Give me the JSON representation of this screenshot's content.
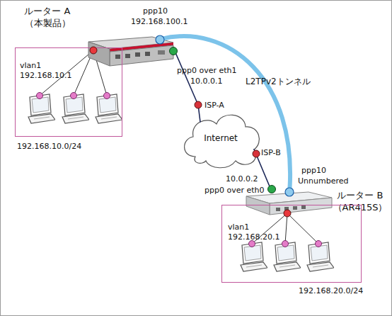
{
  "diagram": {
    "nodes": [
      {
        "text": [
          "ルーター A （本製品）"
        ]
      },
      {
        "text": [
          "vlan1 192.168.10.1",
          "192.168.10.0/24"
        ]
      },
      {
        "text": [
          "Internet"
        ]
      },
      {
        "text": [
          "ルーター B （AR415S）"
        ]
      },
      {
        "text": [
          "vlan1 192.168.20.1",
          "192.168.20.0/24"
        ]
      }
    ],
    "edges": [
      {
        "from": 0,
        "to": 2,
        "arrow": "none"
      },
      {
        "from": 2,
        "to": 3,
        "arrow": "none"
      },
      {
        "from": 0,
        "to": 3,
        "arrow": "none",
        "label": "L2TPv2トンネル"
      }
    ],
    "labels": [
      "ppp10",
      "192.168.100.1",
      "ppp0 over eth1",
      "10.0.0.1",
      "ISP-A",
      "ISP-B",
      "10.0.0.2",
      "ppp0 over eth0",
      "ppp10",
      "Unnumbered"
    ]
  }
}
